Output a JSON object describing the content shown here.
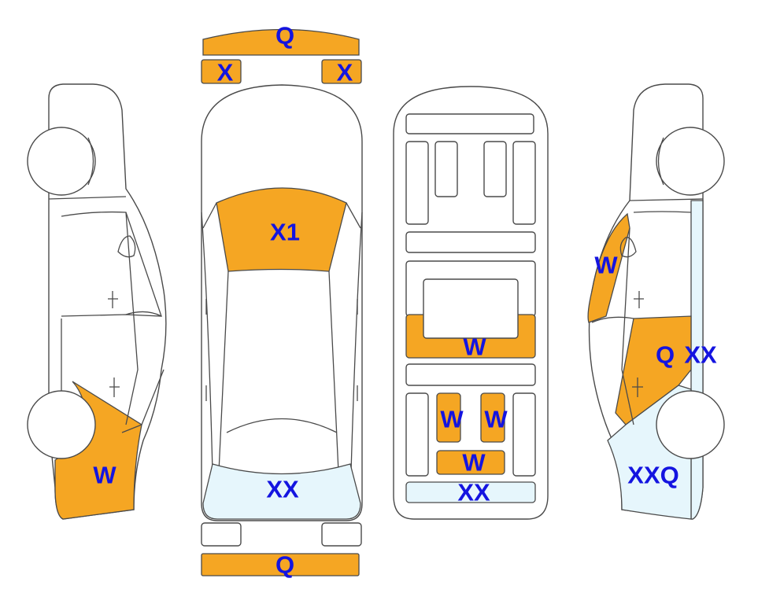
{
  "colors": {
    "damage": "#f5a623",
    "damage_light": "#e6f6fc",
    "label": "#1414e0",
    "outline": "#4a4a4a"
  },
  "labels": {
    "front_bumper": "Q",
    "left_headlight": "X",
    "right_headlight": "X",
    "hood": "X1",
    "rear_window": "XX",
    "rear_bumper": "Q",
    "cabin_roof_center": "W",
    "cabin_seat_left": "W",
    "cabin_seat_right": "W",
    "cabin_rear_bench": "W",
    "cabin_trunk": "XX",
    "left_side_rear": "W",
    "right_side_front": "W",
    "right_side_door": "Q",
    "right_side_pillar": "XX",
    "right_side_rear": "XXQ"
  }
}
